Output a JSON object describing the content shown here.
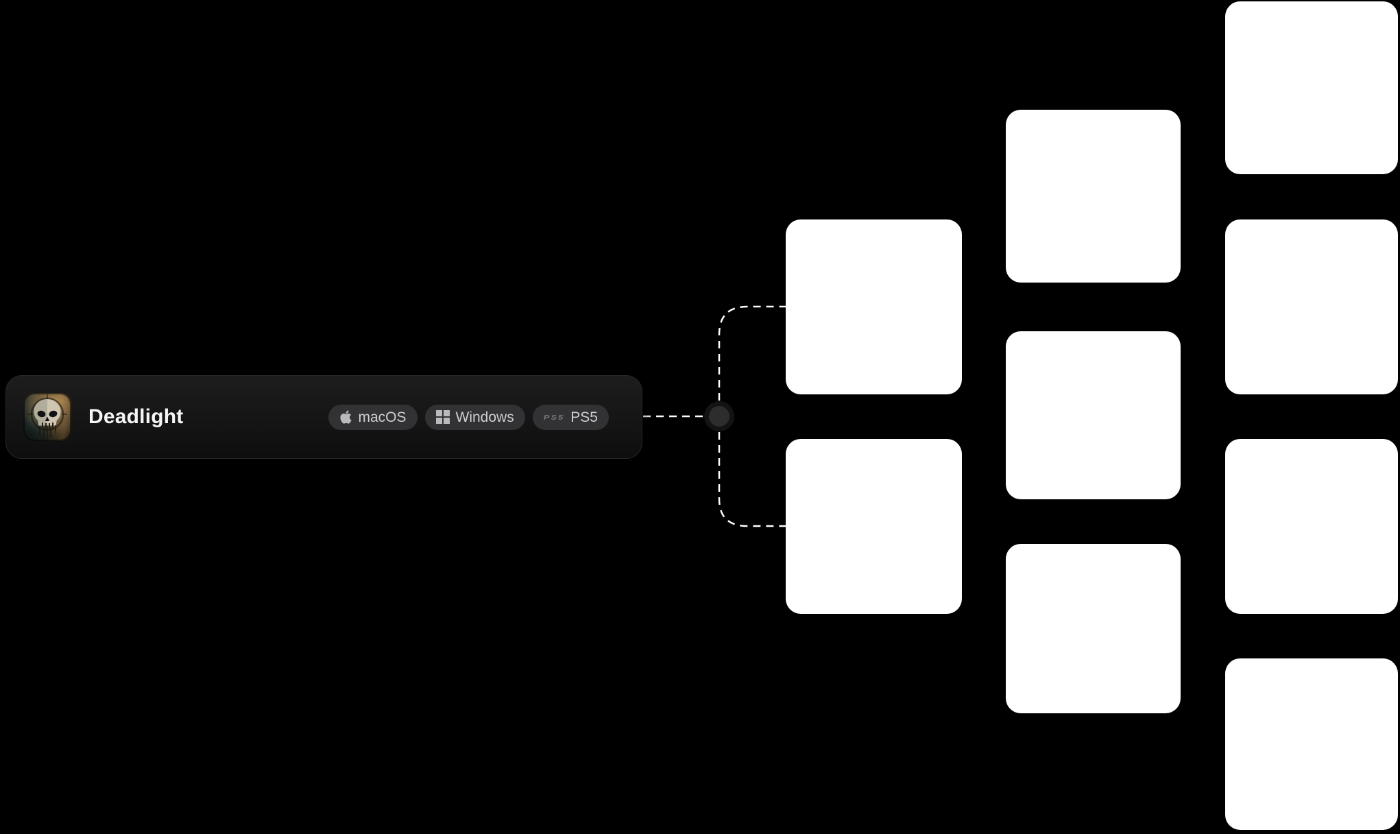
{
  "canvas": {
    "background": "#000000"
  },
  "card": {
    "title": "Deadlight",
    "icon": "skull-game-art",
    "platforms": [
      {
        "name": "macOS",
        "icon": "apple-logo"
      },
      {
        "name": "Windows",
        "icon": "windows-logo"
      },
      {
        "name": "PS5",
        "icon": "ps5-wordmark",
        "logo_mark": "PS5"
      }
    ]
  },
  "diagram": {
    "tile_count": 9,
    "tile_color": "#ffffff",
    "connector_color": "#ffffff",
    "junction_inner_color": "#2d2d2d",
    "junction_outer_color": "#131313"
  },
  "colors": {
    "card_background_top": "#1d1d1d",
    "card_background_bottom": "#0e0e0e",
    "badge_background": "#323234",
    "badge_text": "#cdced0",
    "title_text": "#f5f5f5"
  }
}
